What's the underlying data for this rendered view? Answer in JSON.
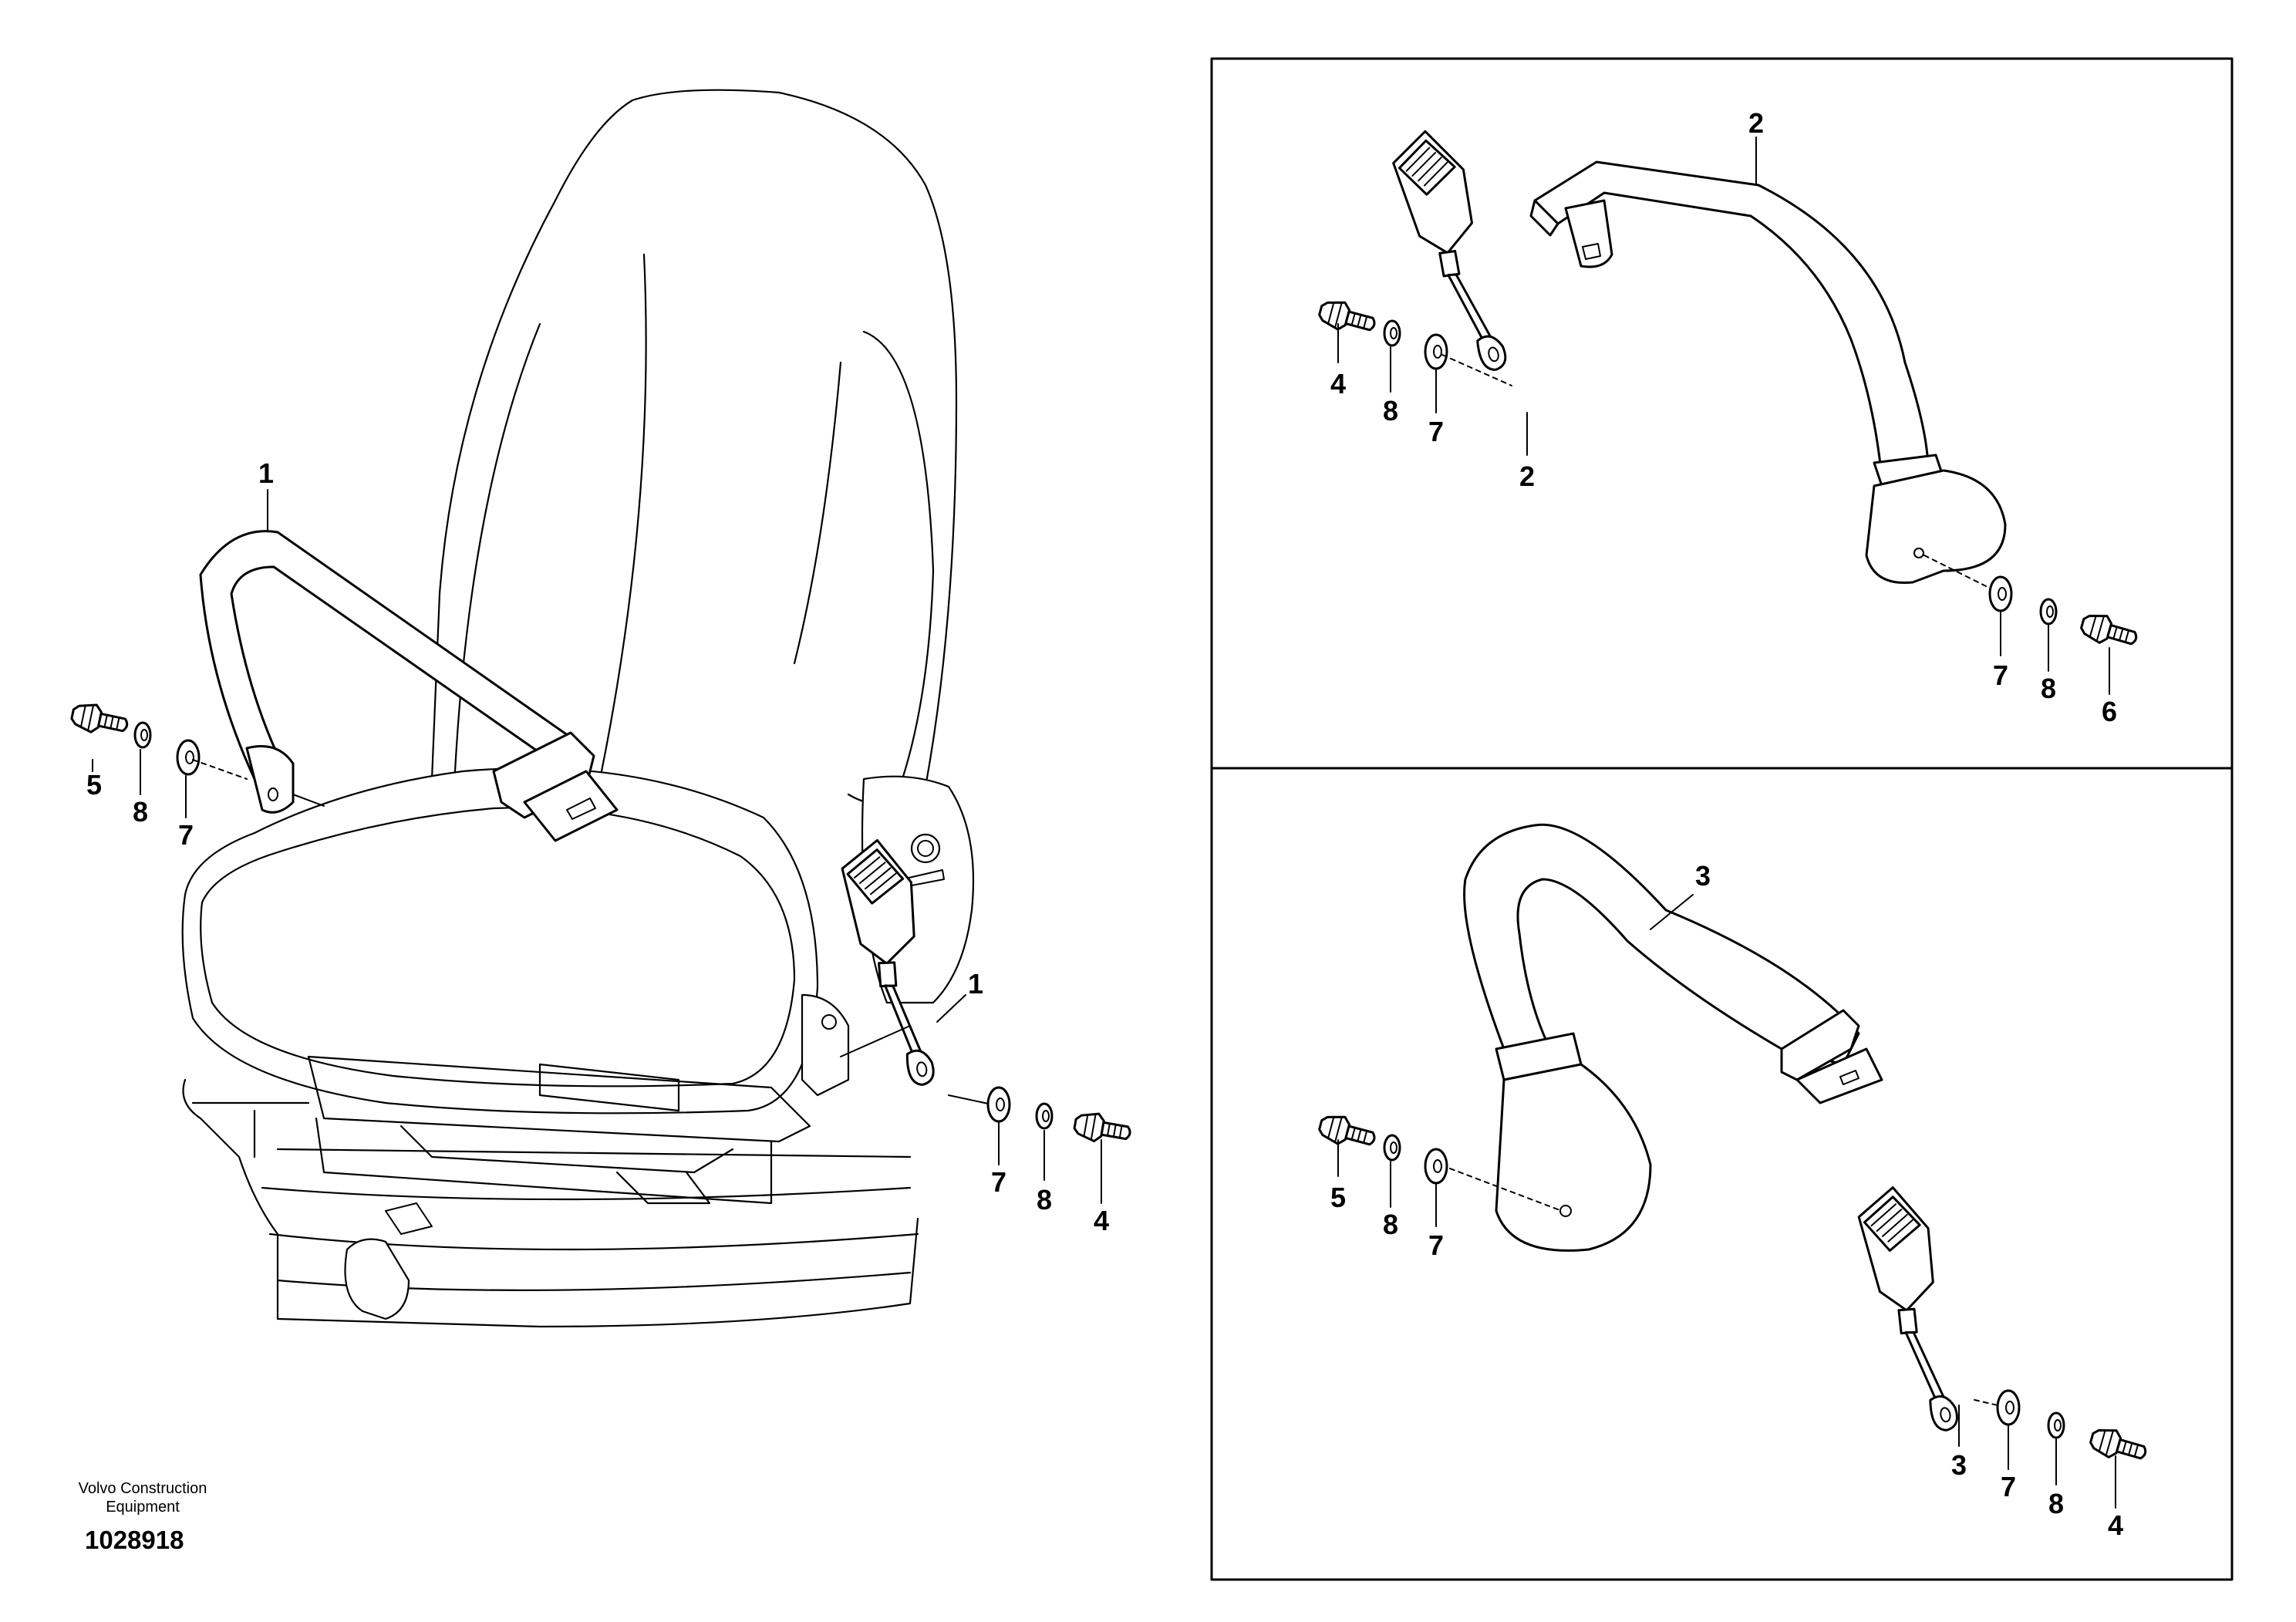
{
  "footer": {
    "company_line1": "Volvo Construction",
    "company_line2": "Equipment",
    "drawing_number": "1028918"
  },
  "callouts": {
    "main": {
      "belt_top": "1",
      "buckle": "1",
      "left_bolt": "5",
      "left_washer_small": "8",
      "left_washer_large": "7",
      "right_washer_large": "7",
      "right_washer_small": "8",
      "right_bolt": "4"
    },
    "panel_top": {
      "bolt": "4",
      "washer_small": "8",
      "washer_large": "7",
      "buckle": "2",
      "belt": "2",
      "retractor_washer_large": "7",
      "retractor_washer_small": "8",
      "retractor_bolt": "6"
    },
    "panel_bottom": {
      "belt": "3",
      "bolt": "5",
      "washer_small": "8",
      "washer_large": "7",
      "buckle": "3",
      "buckle_washer_large": "7",
      "buckle_washer_small": "8",
      "buckle_bolt": "4"
    }
  }
}
